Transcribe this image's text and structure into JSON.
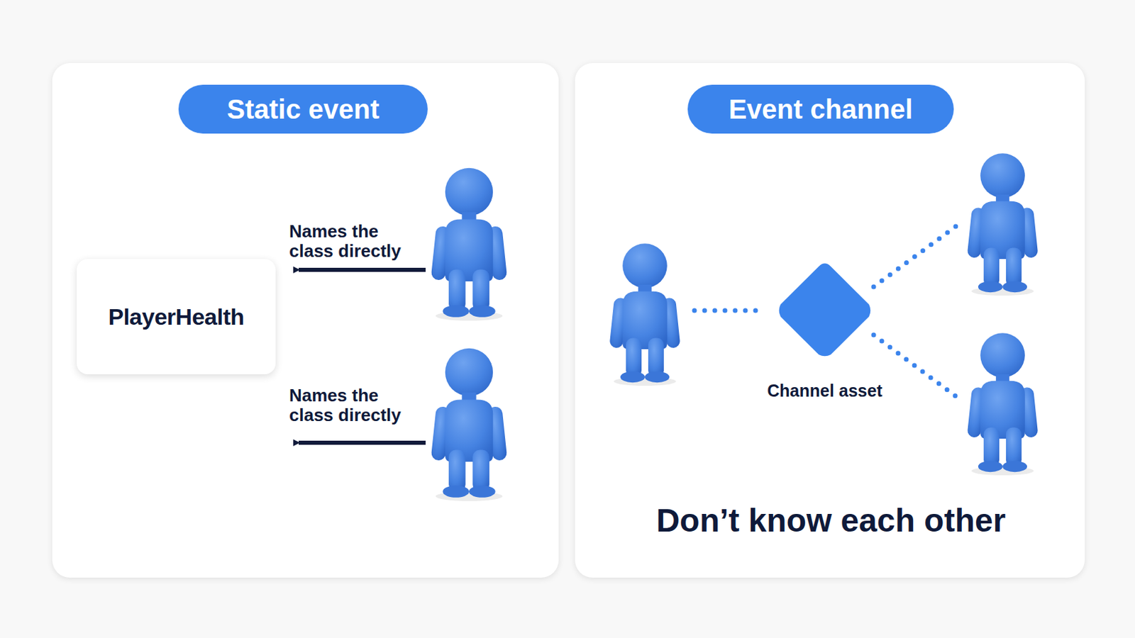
{
  "diagram": {
    "nodes": [
      {
        "text": [
          "Static event"
        ]
      },
      {
        "text": [
          "PlayerHealth"
        ]
      },
      {
        "text": [
          "Event channel"
        ]
      },
      {
        "text": [
          "Channel asset"
        ]
      }
    ],
    "labels": [
      "Names the class directly",
      "Names the class directly",
      "Don’t know each other"
    ]
  }
}
